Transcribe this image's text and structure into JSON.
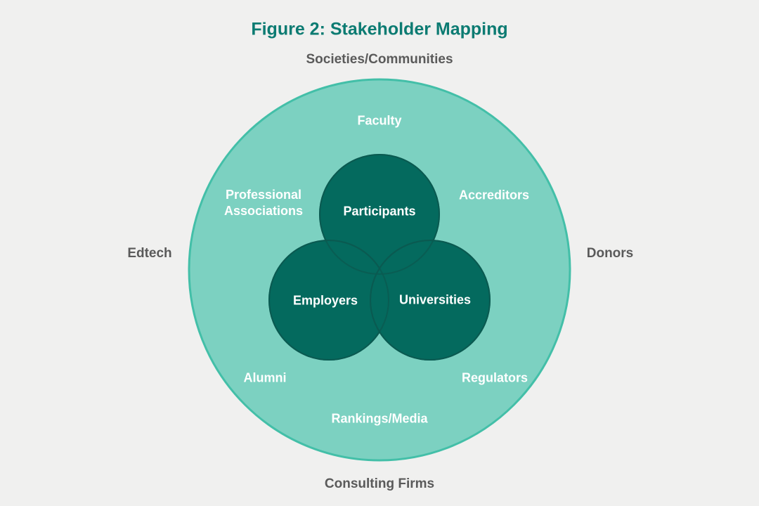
{
  "title": "Figure 2: Stakeholder Mapping",
  "outer_labels": {
    "top": "Societies/Communities",
    "left": "Edtech",
    "right": "Donors",
    "bottom": "Consulting Firms"
  },
  "ecosystem_labels": {
    "top": "Faculty",
    "upper_left": "Professional Associations",
    "upper_right": "Accreditors",
    "lower_left": "Alumni",
    "lower_right": "Regulators",
    "bottom": "Rankings/Media"
  },
  "core_circles": {
    "top": "Participants",
    "left": "Employers",
    "right": "Universities"
  },
  "colors": {
    "title": "#0c7b72",
    "outer_label_text": "#5a5a5a",
    "background": "#f0f0ef",
    "ecosystem_fill": "#7cd1c1",
    "ecosystem_stroke": "#43bfa8",
    "core_fill": "#046a5e",
    "core_stroke": "#0b5b51",
    "inner_label_text": "#ffffff"
  }
}
